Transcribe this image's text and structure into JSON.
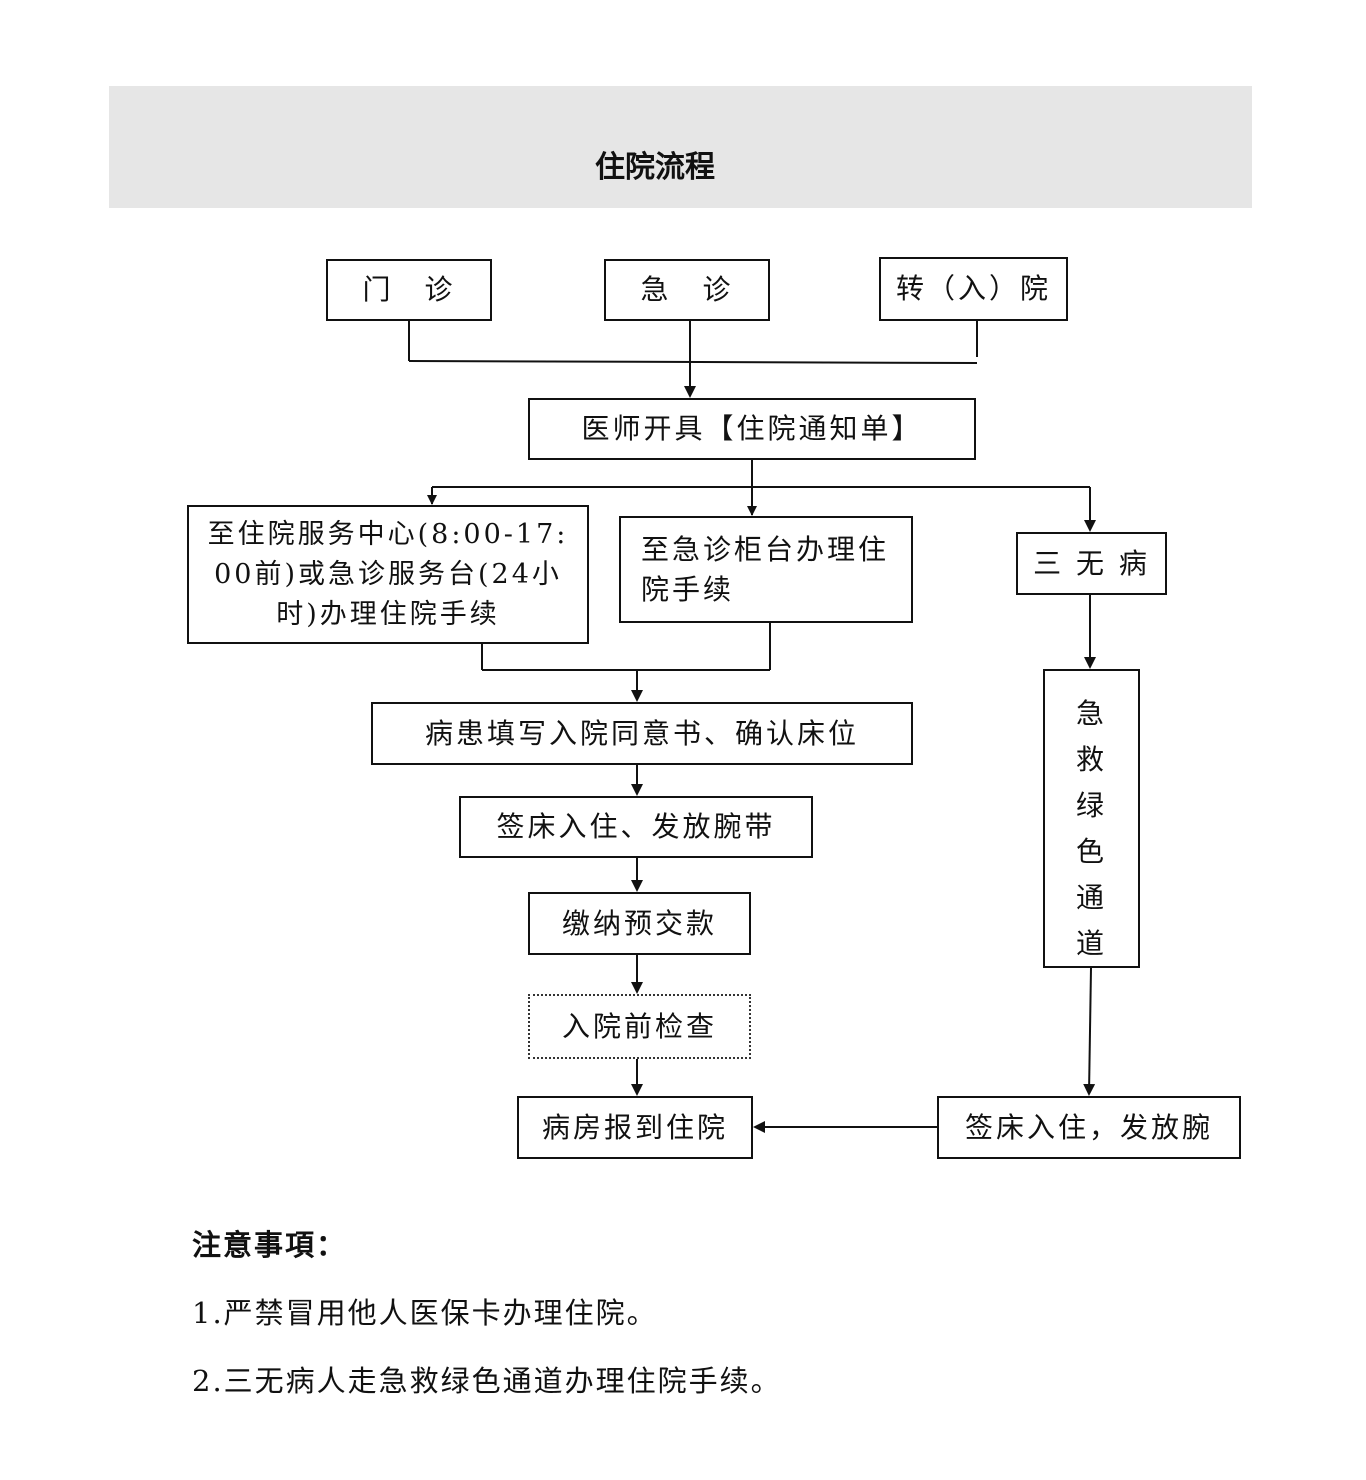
{
  "header": {
    "title": "住院流程"
  },
  "flow": {
    "outpatient": "门　诊",
    "emergency": "急　诊",
    "transfer": "转（入）院",
    "doctor_notice": "医师开具【住院通知单】",
    "service_center": "至住院服务中心(8:00-17:\n00前)或急诊服务台(24小\n时)办理住院手续",
    "emergency_counter": "至急诊柜台办理住\n院手续",
    "three_none": "三 无 病",
    "consent": "病患填写入院同意书、确认床位",
    "sign_bed": "签床入住、发放腕带",
    "prepay": "缴纳预交款",
    "precheck": "入院前检查",
    "ward_checkin": "病房报到住院",
    "green_channel": [
      "急",
      "救",
      "绿",
      "色",
      "通",
      "道"
    ],
    "sign_bed_green": "签床入住，发放腕"
  },
  "notes": {
    "title": "注意事項：",
    "items": [
      "1.严禁冒用他人医保卡办理住院。",
      "2.三无病人走急救绿色通道办理住院手续。"
    ]
  }
}
